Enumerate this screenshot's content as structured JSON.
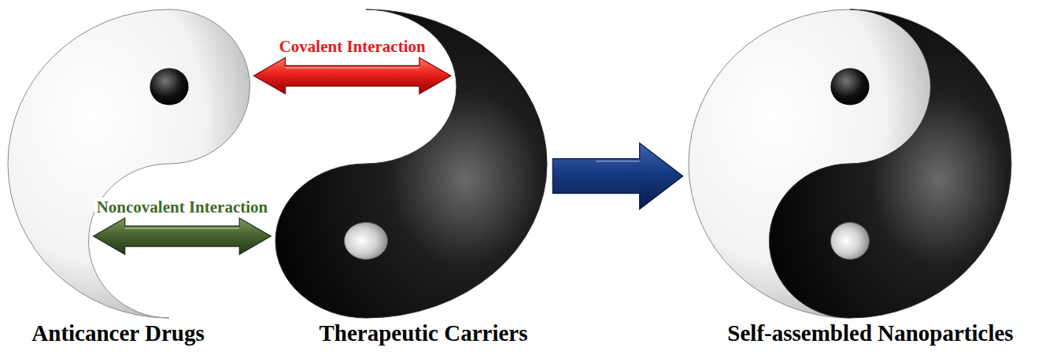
{
  "diagram": {
    "nodes": [
      {
        "text": [
          "Anticancer Drugs"
        ]
      },
      {
        "text": [
          "Therapeutic Carriers"
        ]
      },
      {
        "text": [
          "Self-assembled Nanoparticles"
        ]
      }
    ],
    "edges": [
      {
        "from": 0,
        "to": 1,
        "label": "Covalent Interaction",
        "arrow": "both"
      },
      {
        "from": 0,
        "to": 1,
        "label": "Noncovalent Interaction",
        "arrow": "both"
      },
      {
        "from": 1,
        "to": 2,
        "arrow": "to"
      }
    ]
  }
}
